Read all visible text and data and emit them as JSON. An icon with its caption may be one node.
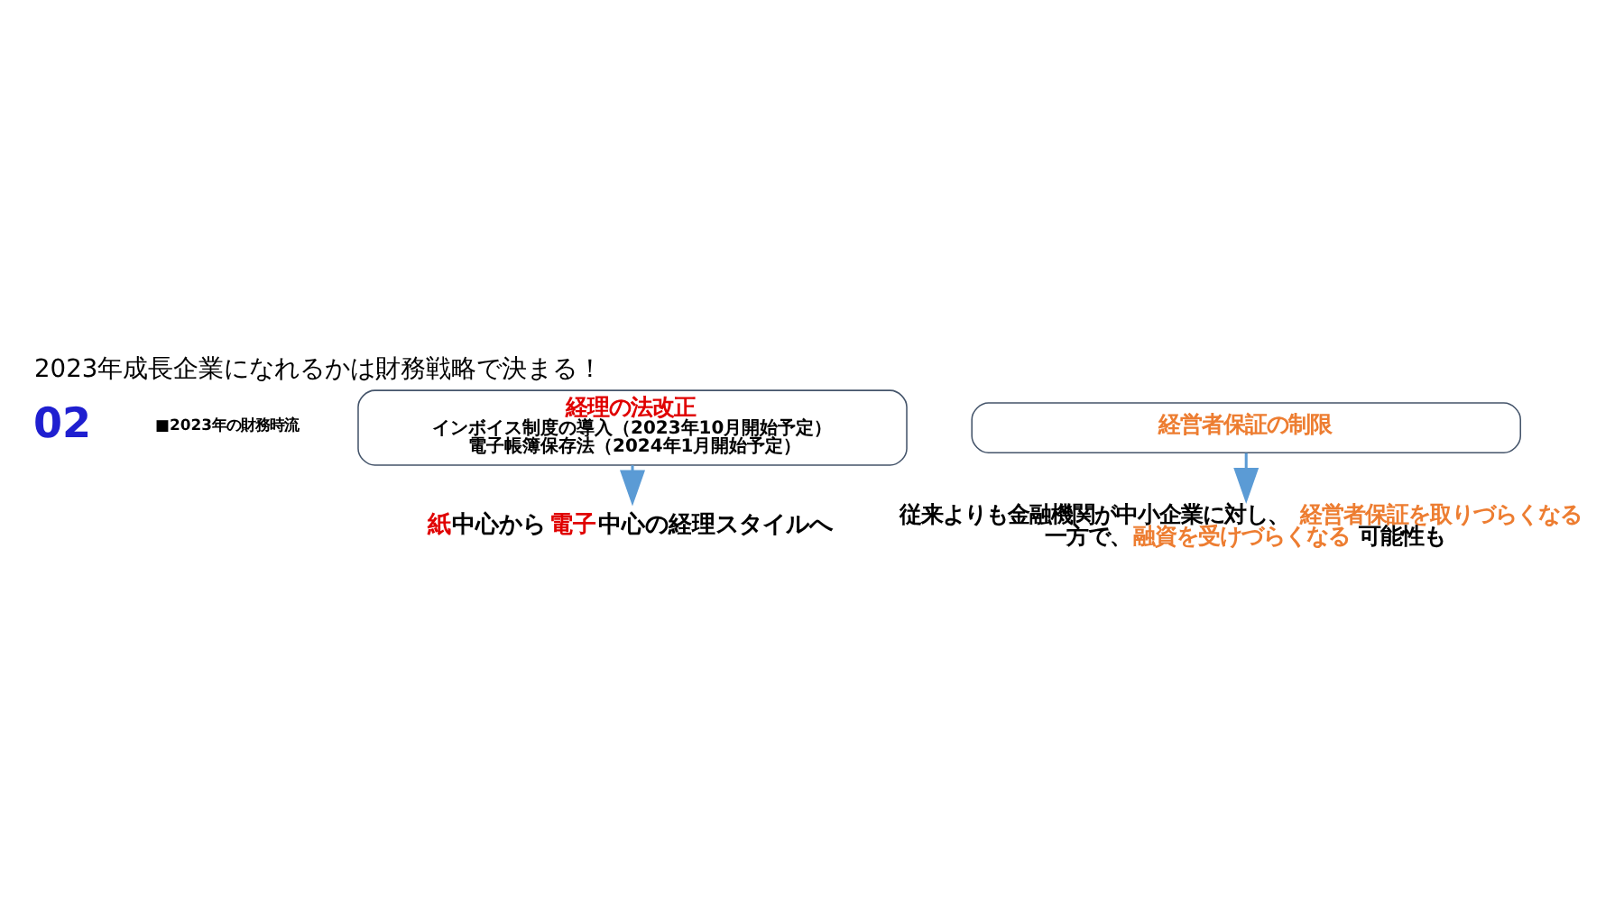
{
  "diagram": {
    "title": "2023年成長企業になれるかは財務戦略で決まる！",
    "nodes": [
      {
        "text": [
          "経理の法改正",
          "インボイス制度の導入（2023年10月開始予定）",
          "電子帳簿保存法（2024年1月開始予定）"
        ]
      },
      {
        "text": [
          "紙中心から電子中心の経理スタイルへ"
        ]
      },
      {
        "text": [
          "経営者保証の制限"
        ]
      },
      {
        "text": [
          "従来よりも金融機関が中小企業に対し、経営者保証を取りづらくなる一方で、融資を受けづらくなる可能性も"
        ]
      }
    ],
    "edges": [
      {
        "from": 0,
        "to": 1,
        "arrow": "to"
      },
      {
        "from": 2,
        "to": 3,
        "arrow": "to"
      }
    ],
    "labels": [
      "02",
      "■2023年の財務時流"
    ]
  }
}
